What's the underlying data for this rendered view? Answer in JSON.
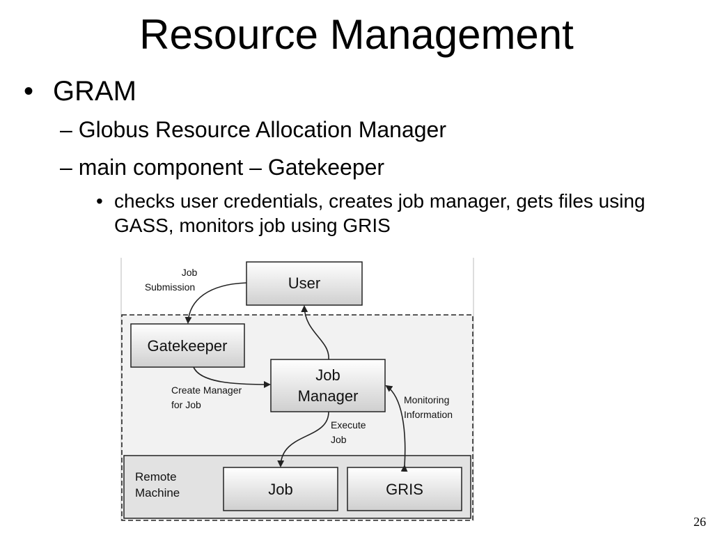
{
  "slide": {
    "title": "Resource Management",
    "bullets": {
      "level1": "GRAM",
      "level2": [
        "Globus Resource Allocation Manager",
        "main component – Gatekeeper"
      ],
      "level3": "checks user credentials, creates job manager, gets files using GASS, monitors job using GRIS"
    },
    "page_number": "26"
  },
  "diagram": {
    "nodes": {
      "user": "User",
      "gatekeeper": "Gatekeeper",
      "job_manager_line1": "Job",
      "job_manager_line2": "Manager",
      "job": "Job",
      "gris": "GRIS",
      "remote_machine_line1": "Remote",
      "remote_machine_line2": "Machine"
    },
    "edges": {
      "job_submission_line1": "Job",
      "job_submission_line2": "Submission",
      "create_manager_line1": "Create Manager",
      "create_manager_line2": "for Job",
      "execute_job_line1": "Execute",
      "execute_job_line2": "Job",
      "monitoring_line1": "Monitoring",
      "monitoring_line2": "Information"
    },
    "colors": {
      "box_fill_top": "#ffffff",
      "box_fill_bottom": "#cfcfcf",
      "remote_fill": "#e2e2e2",
      "stroke": "#222222"
    }
  }
}
